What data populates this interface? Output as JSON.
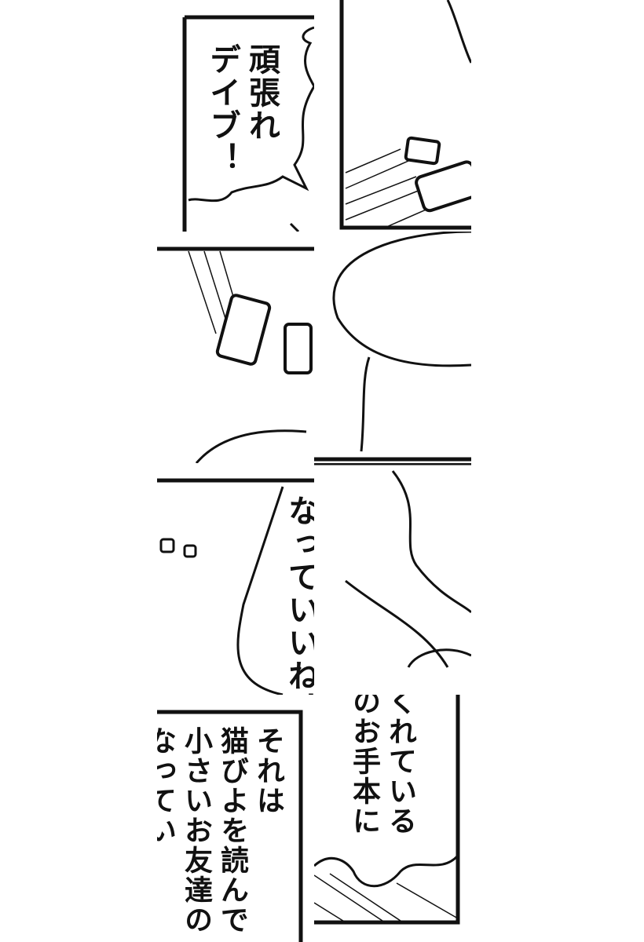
{
  "comic": {
    "panel1_speech": [
      "頑張れ",
      "デイブ！"
    ],
    "panel3_speech": "なっていいね！",
    "panel4_right_speech": [
      "くれている",
      "のお手本に"
    ],
    "panel4_left_caption": [
      "それは",
      "猫びよを読んで",
      "小さいお友達の",
      "なってい…"
    ]
  },
  "colors": {
    "ink": "#111111",
    "paper": "#ffffff"
  }
}
